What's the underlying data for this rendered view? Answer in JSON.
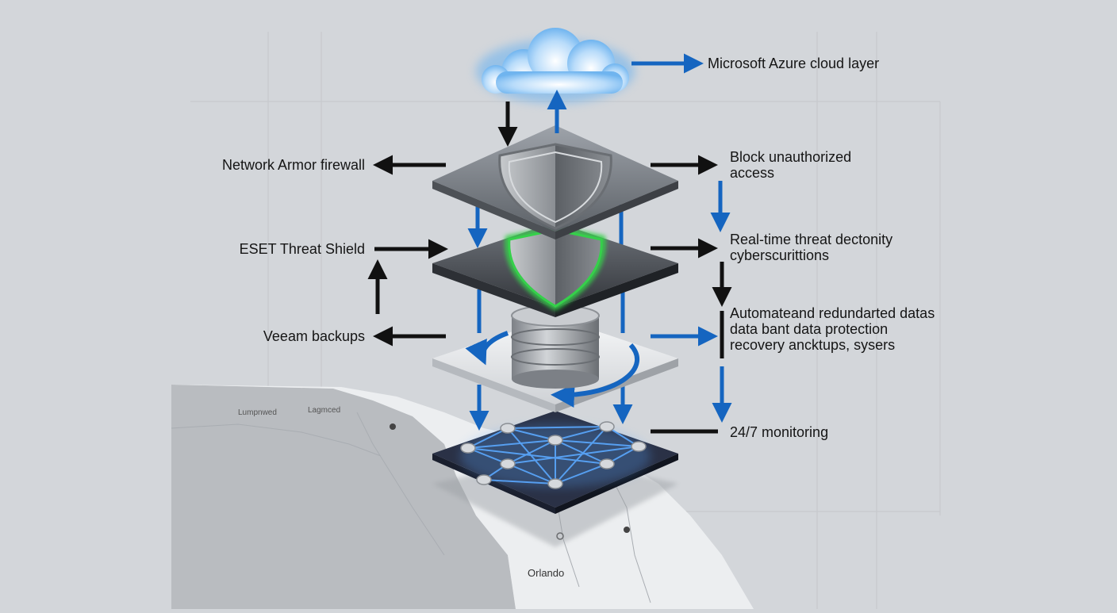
{
  "diagram": {
    "layers": [
      {
        "id": "azure",
        "name": "Microsoft Azure cloud layer",
        "icon": "cloud-icon"
      },
      {
        "id": "firewall",
        "name": "Network Armor firewall",
        "icon": "shield-icon"
      },
      {
        "id": "eset",
        "name": "ESET Threat Shield",
        "icon": "green-shield-icon"
      },
      {
        "id": "veeam",
        "name": "Veeam backups",
        "icon": "database-icon"
      },
      {
        "id": "monitoring",
        "name": "24/7 monitoring",
        "icon": "network-mesh-icon"
      }
    ],
    "right_labels": {
      "azure": "Microsoft Azure cloud layer",
      "firewall_1": "Block unauthorized",
      "firewall_2": "access",
      "eset_1": "Real-time threat  dectonity",
      "eset_2": "cyberscurittions",
      "veeam_1": "Automateand redundarted datas",
      "veeam_2": "data bant data protection",
      "veeam_3": "recovery ancktups, sysers",
      "monitoring": "24/7 monitoring"
    },
    "left_labels": {
      "firewall": "Network Armor firewall",
      "eset": "ESET Threat Shield",
      "veeam": "Veeam backups"
    },
    "map_labels": {
      "city_main": "Orlando",
      "city_a": "Lumpnwed",
      "city_b": "Lagmced"
    },
    "colors": {
      "background": "#d3d6da",
      "arrow_blue": "#1565c0",
      "arrow_black": "#111111",
      "shield_glow": "#35d04a",
      "mesh_glow": "#5aa8ff",
      "cloud": "#8ec5f5"
    }
  }
}
